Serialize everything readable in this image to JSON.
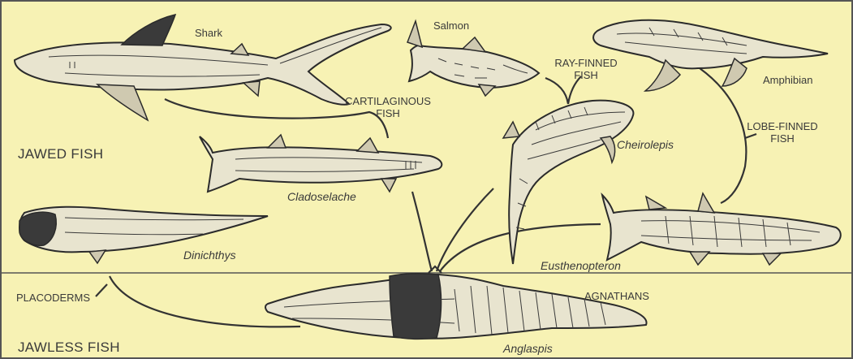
{
  "regions": {
    "jawed_label": "JAWED FISH",
    "jawless_label": "JAWLESS FISH"
  },
  "groups": {
    "cartilaginous": [
      "CARTILAGINOUS",
      "FISH"
    ],
    "ray_finned": [
      "RAY-FINNED",
      "FISH"
    ],
    "lobe_finned": [
      "LOBE-FINNED",
      "FISH"
    ],
    "placoderms": "PLACODERMS",
    "agnathans": "AGNATHANS"
  },
  "animals": {
    "shark": "Shark",
    "salmon": "Salmon",
    "amphibian": "Amphibian",
    "cheirolepis": "Cheirolepis",
    "cladoselache": "Cladoselache",
    "dinichthys": "Dinichthys",
    "eusthenopteron": "Eusthenopteron",
    "anglaspis": "Anglaspis"
  },
  "colors": {
    "background": "#f7f2b4",
    "ink": "#2b2b2b"
  }
}
